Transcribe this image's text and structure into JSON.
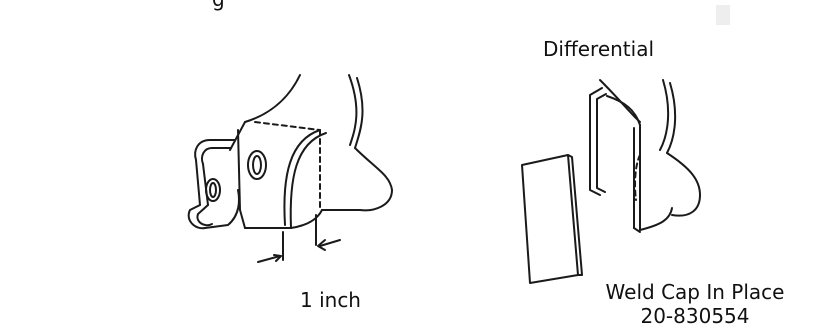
{
  "labels": {
    "top_fragment": "g",
    "differential": "Differential",
    "measurement": "1 inch",
    "caption_line1": "Weld Cap In Place",
    "caption_line2": "20-830554"
  }
}
